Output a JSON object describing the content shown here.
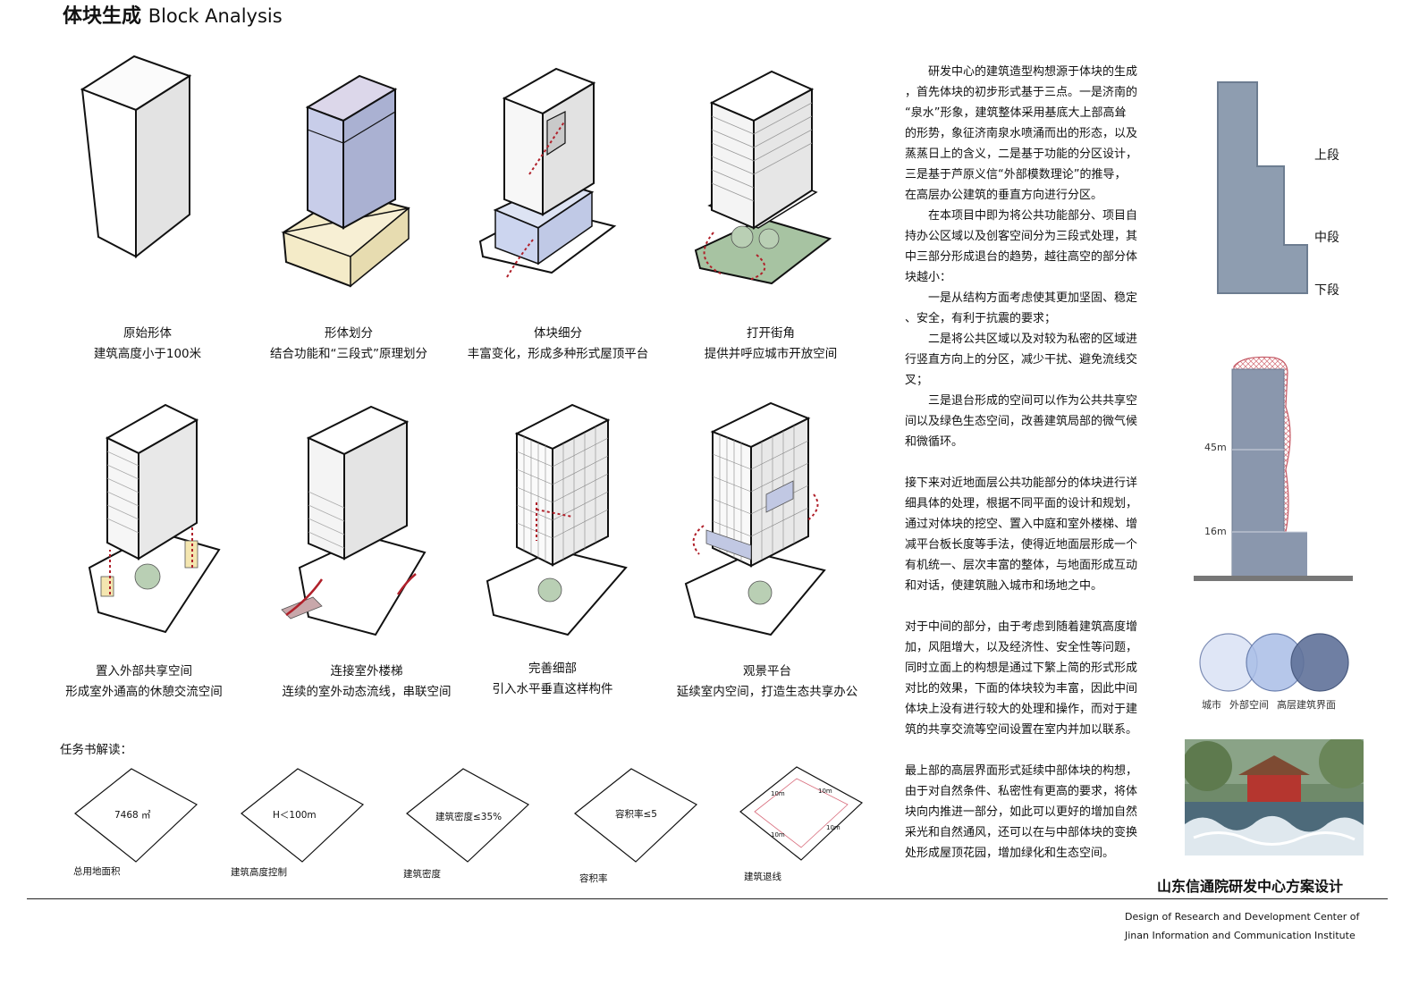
{
  "title": {
    "cn": "体块生成",
    "en": "Block Analysis"
  },
  "steps": [
    {
      "title": "原始形体",
      "desc": "建筑高度小于100米"
    },
    {
      "title": "形体划分",
      "desc": "结合功能和“三段式”原理划分"
    },
    {
      "title": "体块细分",
      "desc": "丰富变化，形成多种形式屋顶平台"
    },
    {
      "title": "打开街角",
      "desc": "提供并呼应城市开放空间"
    },
    {
      "title": "置入外部共享空间",
      "desc": "形成室外通高的休憩交流空间"
    },
    {
      "title": "连接室外楼梯",
      "desc": "连续的室外动态流线，串联空间"
    },
    {
      "title": "完善细部",
      "desc": "引入水平垂直这样构件"
    },
    {
      "title": "观景平台",
      "desc": "延续室内空间，打造生态共享办公"
    }
  ],
  "description": {
    "p1": [
      "研发中心的建筑造型构想源于体块的生成",
      "，首先体块的初步形式基于三点。一是济南的",
      "“泉水”形象，建筑整体采用基底大上部高耸",
      "的形势，象征济南泉水喷涌而出的形态，以及",
      "蒸蒸日上的含义，二是基于功能的分区设计，",
      "三是基于芦原义信“外部模数理论”的推导，",
      "在高层办公建筑的垂直方向进行分区。"
    ],
    "p2": [
      "在本项目中即为将公共功能部分、项目自",
      "持办公区域以及创客空间分为三段式处理，其",
      "中三部分形成退台的趋势，越往高空的部分体",
      "块越小："
    ],
    "p3": [
      "一是从结构方面考虑使其更加坚固、稳定",
      "、安全，有利于抗震的要求；"
    ],
    "p4": [
      "二是将公共区域以及对较为私密的区域进",
      "行竖直方向上的分区，减少干扰、避免流线交",
      "叉；"
    ],
    "p5": [
      "三是退台形成的空间可以作为公共共享空",
      "间以及绿色生态空间，改善建筑局部的微气候",
      "和微循环。"
    ],
    "p6": [
      "接下来对近地面层公共功能部分的体块进行详",
      "细具体的处理，根据不同平面的设计和规划，",
      "通过对体块的挖空、置入中庭和室外楼梯、增",
      "减平台板长度等手法，使得近地面层形成一个",
      "有机统一、层次丰富的整体，与地面形成互动",
      "和对话，使建筑融入城市和场地之中。"
    ],
    "p7": [
      "对于中间的部分，由于考虑到随着建筑高度增",
      "加，风阻增大，以及经济性、安全性等问题，",
      "同时立面上的构想是通过下繁上简的形式形成",
      "对比的效果，下面的体块较为丰富，因此中间",
      "体块上没有进行较大的处理和操作，而对于建",
      "筑的共享交流等空间设置在室内并加以联系。"
    ],
    "p8": [
      "最上部的高层界面形式延续中部体块的构想，",
      "由于对自然条件、私密性有更高的要求，将体",
      "块向内推进一部分，如此可以更好的增加自然",
      "采光和自然通风，还可以在与中部体块的变换",
      "处形成屋顶花园，增加绿化和生态空间。"
    ]
  },
  "stack_labels": {
    "top": "上段",
    "mid": "中段",
    "bottom": "下段"
  },
  "height_labels": {
    "h45": "45m",
    "h16": "16m"
  },
  "venn_labels": {
    "a": "城市",
    "b": "外部空间",
    "c": "高层建筑界面"
  },
  "task": {
    "heading": "任务书解读：",
    "items": [
      {
        "value": "7468 ㎡",
        "label": "总用地面积"
      },
      {
        "value": "H＜100m",
        "label": "建筑高度控制"
      },
      {
        "value": "建筑密度≤35%",
        "label": "建筑密度"
      },
      {
        "value": "容积率≤5",
        "label": "容积率"
      },
      {
        "value": "",
        "label": "建筑退线"
      }
    ],
    "setback_tags": [
      "10m",
      "10m",
      "10m",
      "10m"
    ]
  },
  "footer": {
    "cn": "山东信通院研发中心方案设计",
    "en1": "Design of Research and Development Center of",
    "en2": "Jinan Information and Communication Institute"
  },
  "colors": {
    "accent_red": "#b0202a",
    "stack_gray": "#8e9db0",
    "tower_blue": "#8895ab",
    "green": "#9fbf9c"
  }
}
